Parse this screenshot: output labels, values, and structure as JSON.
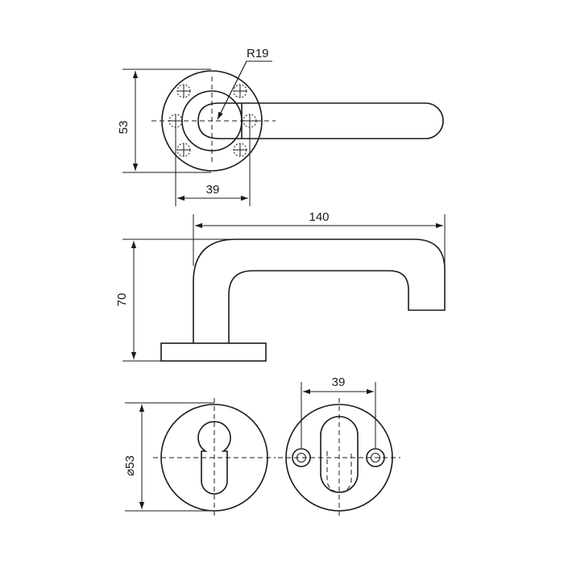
{
  "dimensions": {
    "top_radius": "R19",
    "top_height": "53",
    "top_hole_spacing": "39",
    "side_length": "140",
    "side_height": "70",
    "rose_diameter_symbol": "⌀",
    "rose_diameter": "53",
    "escutcheon_hole_spacing": "39"
  },
  "colors": {
    "line": "#1a1a1a",
    "background": "#ffffff"
  }
}
